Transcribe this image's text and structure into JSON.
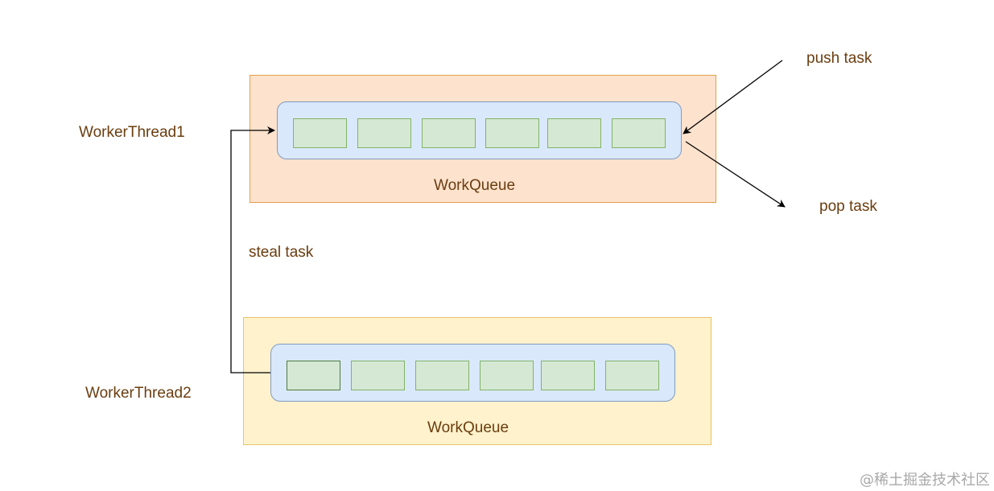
{
  "threads": {
    "thread1_label": "WorkerThread1",
    "thread2_label": "WorkerThread2"
  },
  "queues": {
    "queue1_label": "WorkQueue",
    "queue2_label": "WorkQueue",
    "slot_count": 6
  },
  "actions": {
    "push": "push task",
    "pop": "pop task",
    "steal": "steal task"
  },
  "colors": {
    "container1_fill": "#fde2cd",
    "container2_fill": "#fff2cc",
    "queue_fill": "#dae8fc",
    "slot_fill": "#d5e8d4",
    "label_text": "#6b3d0f"
  },
  "watermark": "@稀土掘金技术社区"
}
